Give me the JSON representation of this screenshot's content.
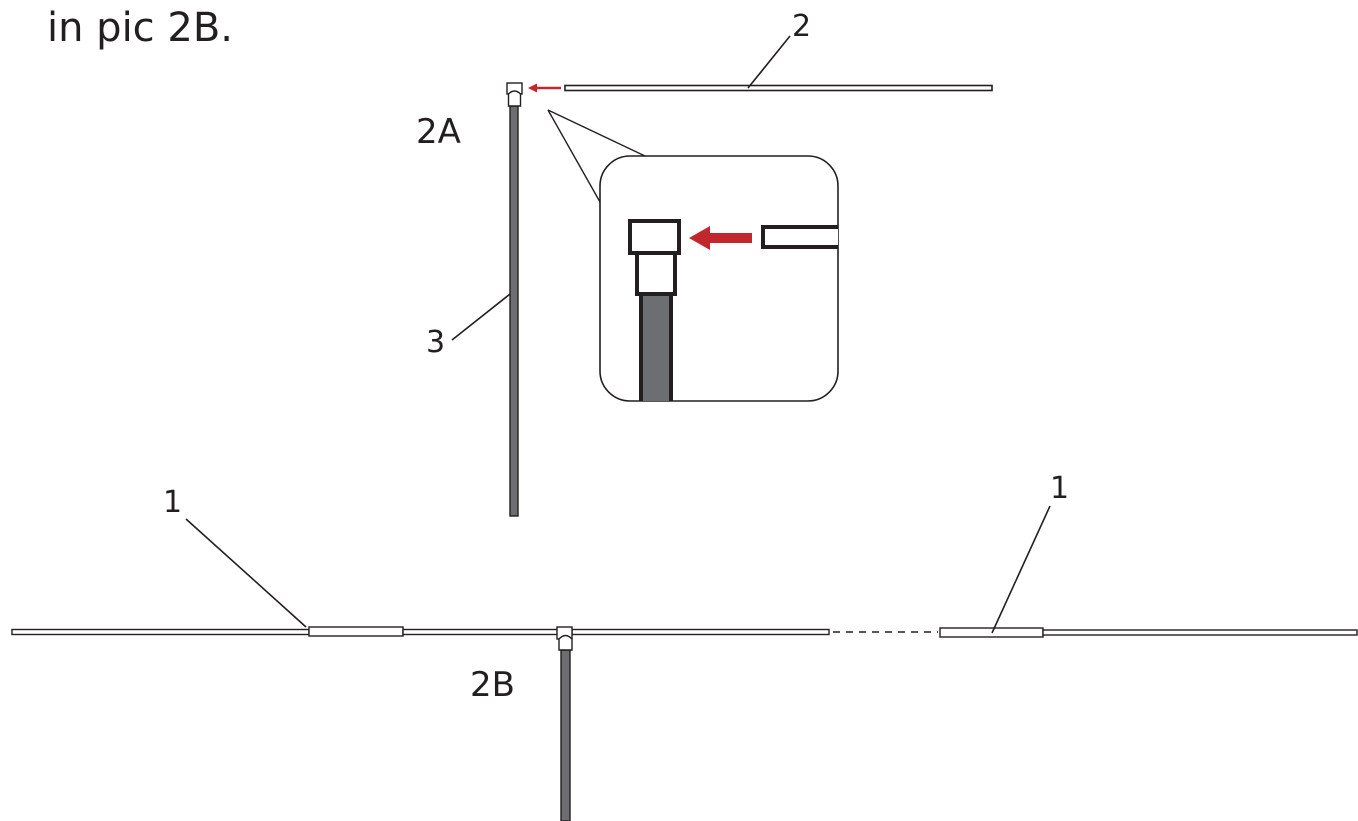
{
  "caption": "in pic 2B.",
  "figures": {
    "top_label": "2A",
    "bottom_label": "2B"
  },
  "callouts": {
    "part_2": "2",
    "part_3": "3",
    "part_1_left": "1",
    "part_1_right": "1"
  },
  "colors": {
    "outline": "#231f20",
    "pole_fill": "#6d6e71",
    "arrow": "#c1272d",
    "background": "#ffffff"
  }
}
